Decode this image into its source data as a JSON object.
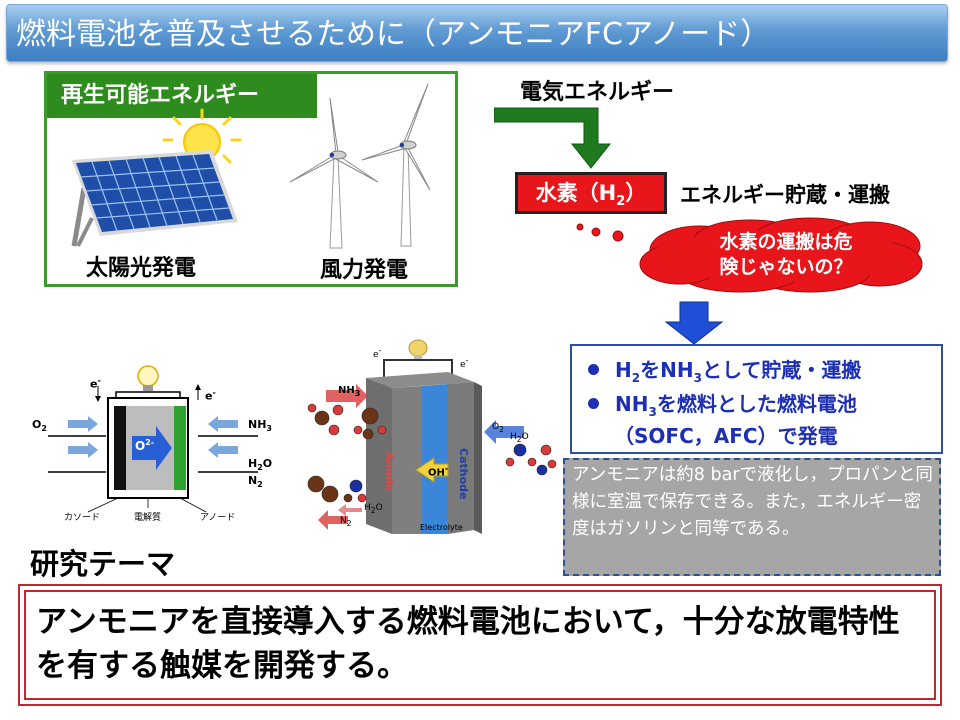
{
  "title": "燃料電池を普及させるために（アンモニアFCアノード）",
  "renewable": {
    "label": "再生可能エネルギー",
    "solar": "太陽光発電",
    "wind": "風力発電"
  },
  "electric_energy": "電気エネルギー",
  "hydrogen": {
    "label_main": "水素（H",
    "label_sub": "2",
    "label_end": "）",
    "storage": "エネルギー貯蔵・運搬"
  },
  "cloud": {
    "line1": "水素の運搬は危",
    "line2": "険じゃないの？"
  },
  "bullets": {
    "b1": {
      "h": "H",
      "s1": "2",
      "mid": "をNH",
      "s2": "3",
      "end": "として貯蔵・運搬"
    },
    "b2": {
      "start": "NH",
      "s": "3",
      "end": "を燃料とした燃料電池"
    },
    "b3": "（SOFC，AFC）で発電"
  },
  "note": "アンモニアは約8 barで液化し，プロパンと同様に室温で保存できる。また，エネルギー密度はガソリンと同等である。",
  "theme": {
    "label": "研究テーマ",
    "text": "アンモニアを直接導入する燃料電池において，十分な放電特性を有する触媒を開発する。"
  },
  "sofc": {
    "e_left": "e",
    "e_right": "e",
    "o2": "O",
    "o2_sub": "2",
    "o2_ion": "O",
    "o2_ion_sup": "2-",
    "nh3": "NH",
    "nh3_sub": "3",
    "h2o": "H",
    "h2o_sub": "2",
    "h2o_end": "O",
    "n2": "N",
    "n2_sub": "2",
    "cathode": "カソード",
    "electrolyte": "電解質",
    "anode": "アノード"
  },
  "afc": {
    "e_left": "e",
    "e_right": "e",
    "nh3": "NH",
    "nh3_sub": "3",
    "anode": "Anode",
    "cathode": "Cathode",
    "oh": "OH",
    "electrolyte": "Electrolyte",
    "o2": "O",
    "o2_sub": "2",
    "h2o_r": "H",
    "h2o_r_sub": "2",
    "h2o_r_end": "O",
    "h2o_l": "H",
    "h2o_l_sub": "2",
    "h2o_l_end": "O",
    "n2": "N",
    "n2_sub": "2"
  },
  "colors": {
    "title_blue": "#3c7fc2",
    "green": "#2e8b1e",
    "red": "#e8151b",
    "bullet_blue": "#1c2fb5",
    "arrow_blue": "#1f4fd6",
    "note_gray": "#a6a6a6",
    "theme_red": "#c0282f"
  }
}
